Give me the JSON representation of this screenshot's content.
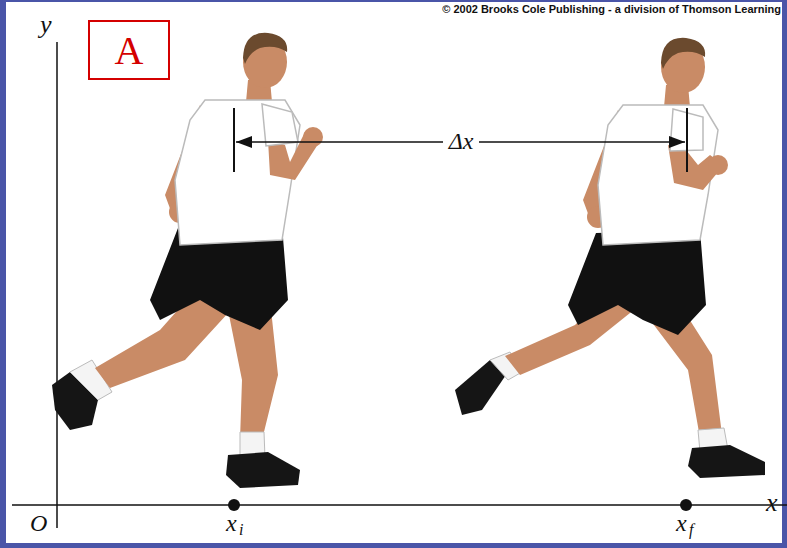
{
  "diagram": {
    "nodes": [
      {
        "text": [
          "A"
        ]
      }
    ],
    "edges": [],
    "labels": [
      "© 2002 Brooks Cole Publishing - a division of Thomson Learning",
      "y",
      "x",
      "O",
      "Δx",
      "x",
      "i",
      "x",
      "f"
    ]
  }
}
